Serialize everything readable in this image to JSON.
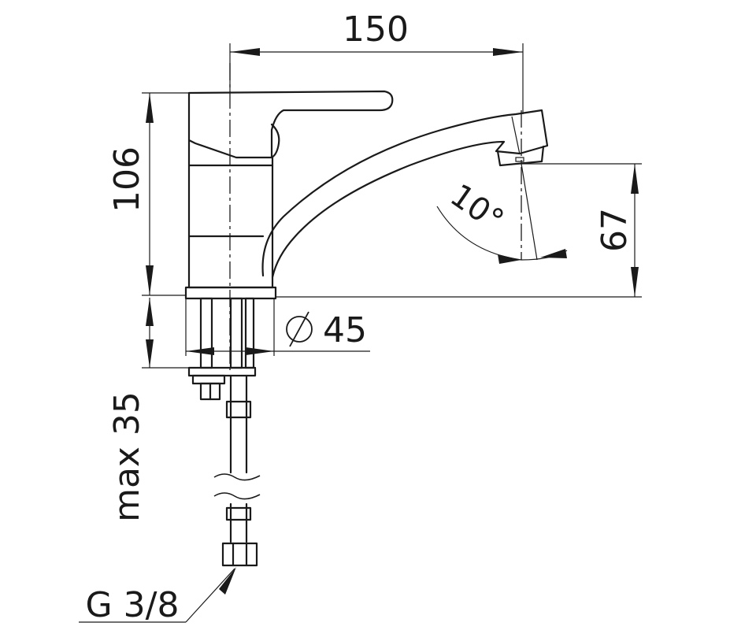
{
  "drawing": {
    "dimensions": {
      "width": "150",
      "height_body": "106",
      "spout_height": "67",
      "angle": "10°",
      "diameter": "45",
      "mount_thickness": "max 35",
      "thread": "G 3/8"
    },
    "colors": {
      "ink": "#1a1a1a",
      "background": "#ffffff"
    }
  }
}
